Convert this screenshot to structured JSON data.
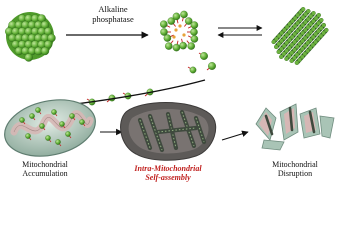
{
  "labels": {
    "enzyme_line1": "Alkaline",
    "enzyme_line2": "phosphatase",
    "step1_line1": "Mitochondrial",
    "step1_line2": "Accumulation",
    "step2_line1": "Intra-Mitochondrial",
    "step2_line2": "Self-assembly",
    "step3_line1": "Mitochondrial",
    "step3_line2": "Disruption"
  },
  "colors": {
    "peptide_green": "#6db33f",
    "nanoparticle_green": "#4f9a2b",
    "mito_outer": "#8aa899",
    "mito_inner": "#d6b7b5",
    "matrix_dark": "#5d5a58",
    "fiber": "#3f4a3e",
    "accent_red": "#c0201e",
    "phosphate_orange": "#e8a23a"
  }
}
